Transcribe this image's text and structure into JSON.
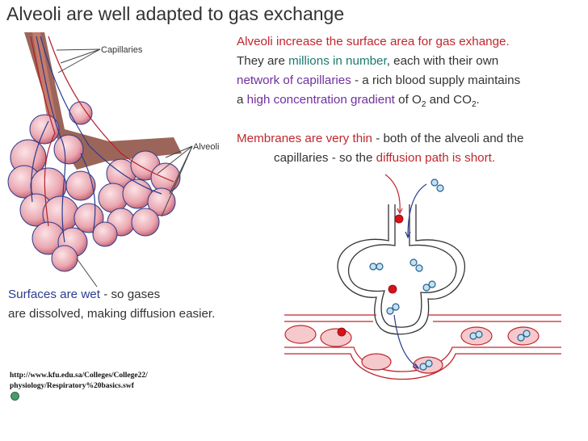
{
  "title": "Alveoli are well adapted to gas exchange",
  "labels": {
    "capillaries": "Capillaries",
    "alveoli": "Alveoli"
  },
  "para1": {
    "t1": "Alveoli increase the surface area for gas exhange.",
    "t2": "They are ",
    "t3": "millions in number",
    "t4": ", each with their own",
    "t5": "network of capillaries",
    "t6": " - a rich blood supply maintains",
    "t7": "a ",
    "t8": "high concentration gradient",
    "t9": " of O",
    "t9sub": "2",
    "t10": " and CO",
    "t10sub": "2",
    "t11": "."
  },
  "para2": {
    "t1": "Membranes are very thin",
    "t2": " - both of the alveoli and the",
    "t3": "capillaries - so the ",
    "t4": "diffusion path is short."
  },
  "para3": {
    "t1": "Surfaces are wet",
    "t2": " - so gases",
    "t3": "are dissolved, making diffusion easier."
  },
  "source": {
    "line1": "http://www.kfu.edu.sa/Colleges/College22/",
    "line2": "physiology/Respiratory%20basics.swf"
  },
  "colors": {
    "accent_red": "#c0272d",
    "teal": "#1a7a6e",
    "purple": "#7030a0",
    "capillary_blue": "#2b3c8f",
    "alveolus_pink": "#e8a0a8"
  }
}
